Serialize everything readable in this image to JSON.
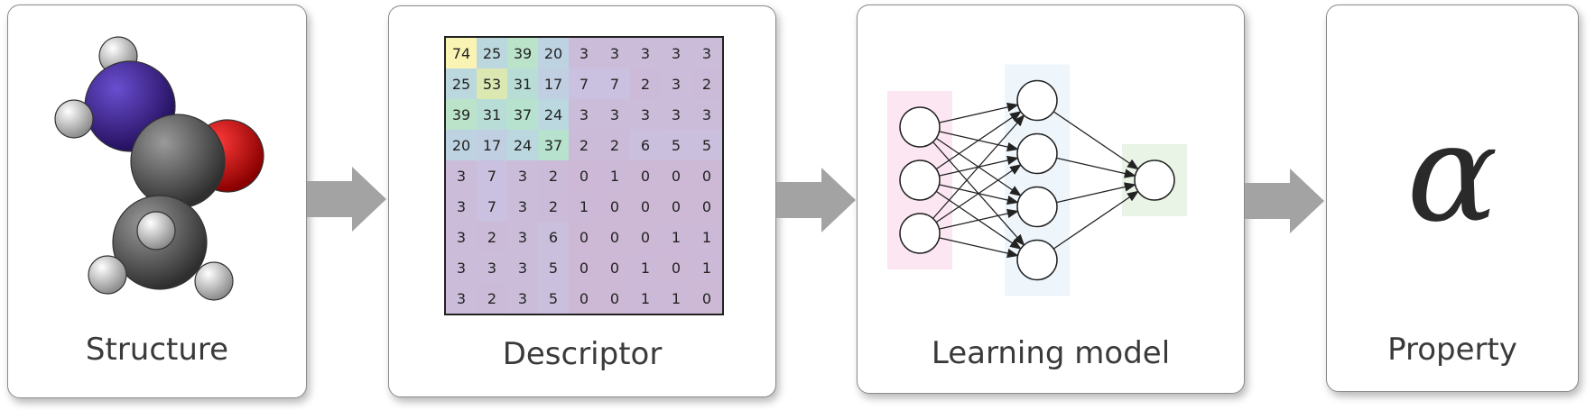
{
  "panels": {
    "structure": {
      "label": "Structure"
    },
    "descriptor": {
      "label": "Descriptor"
    },
    "model": {
      "label": "Learning model"
    },
    "property": {
      "label": "Property",
      "symbol": "α"
    }
  },
  "matrix": [
    [
      74,
      25,
      39,
      20,
      3,
      3,
      3,
      3,
      3
    ],
    [
      25,
      53,
      31,
      17,
      7,
      7,
      2,
      3,
      2
    ],
    [
      39,
      31,
      37,
      24,
      3,
      3,
      3,
      3,
      3
    ],
    [
      20,
      17,
      24,
      37,
      2,
      2,
      6,
      5,
      5
    ],
    [
      3,
      7,
      3,
      2,
      0,
      1,
      0,
      0,
      0
    ],
    [
      3,
      7,
      3,
      2,
      1,
      0,
      0,
      0,
      0
    ],
    [
      3,
      2,
      3,
      6,
      0,
      0,
      0,
      1,
      1
    ],
    [
      3,
      3,
      3,
      5,
      0,
      0,
      1,
      0,
      1
    ],
    [
      3,
      2,
      3,
      5,
      0,
      0,
      1,
      1,
      0
    ]
  ],
  "network": {
    "layers": [
      3,
      4,
      1
    ]
  },
  "colors": {
    "nitrogen": "#3d1f96",
    "oxygen": "#c40d0d",
    "carbon": "#5a5a5a",
    "hydrogen": "#dcdcdc",
    "arrow": "#a3a3a3",
    "input_layer_bg": "#fbe6f1",
    "hidden_layer_bg": "#eef5fb",
    "output_layer_bg": "#e9f3e6"
  }
}
